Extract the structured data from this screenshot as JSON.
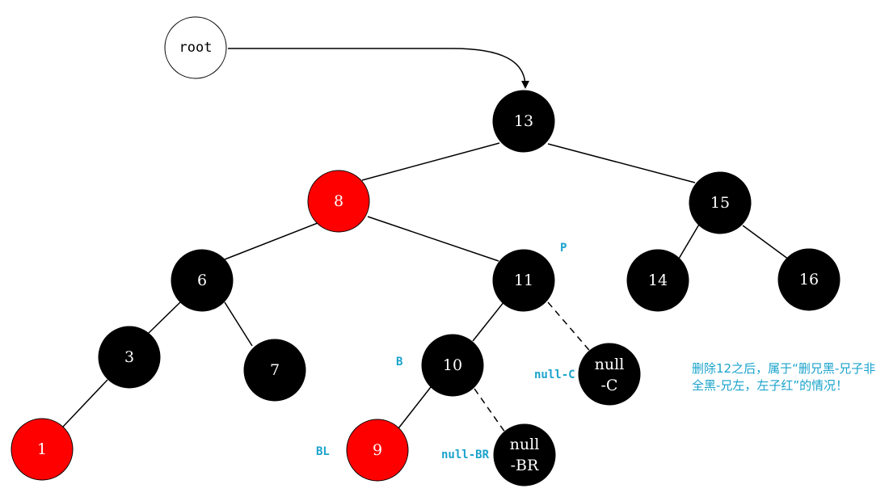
{
  "root_label": "root",
  "nodes": {
    "n13": {
      "label": "13",
      "color": "black"
    },
    "n8": {
      "label": "8",
      "color": "red"
    },
    "n15": {
      "label": "15",
      "color": "black"
    },
    "n6": {
      "label": "6",
      "color": "black"
    },
    "n11": {
      "label": "11",
      "color": "black"
    },
    "n14": {
      "label": "14",
      "color": "black"
    },
    "n16": {
      "label": "16",
      "color": "black"
    },
    "n3": {
      "label": "3",
      "color": "black"
    },
    "n7": {
      "label": "7",
      "color": "black"
    },
    "n10": {
      "label": "10",
      "color": "black"
    },
    "nullC": {
      "label_line1": "null",
      "label_line2": "-C",
      "color": "black"
    },
    "n1": {
      "label": "1",
      "color": "red"
    },
    "n9": {
      "label": "9",
      "color": "red"
    },
    "nullBR": {
      "label_line1": "null",
      "label_line2": "-BR",
      "color": "black"
    }
  },
  "annotations": {
    "p": "P",
    "b": "B",
    "bl": "BL",
    "null_c": "null-C",
    "null_br": "null-BR"
  },
  "note": "删除12之后，属于“删兄黑-兄子非全黑-兄左，左子红”的情况！",
  "colors": {
    "black_node": "#000000",
    "red_node": "#ff0000",
    "annotation": "#1aa3cc",
    "node_text": "#ffffff"
  }
}
